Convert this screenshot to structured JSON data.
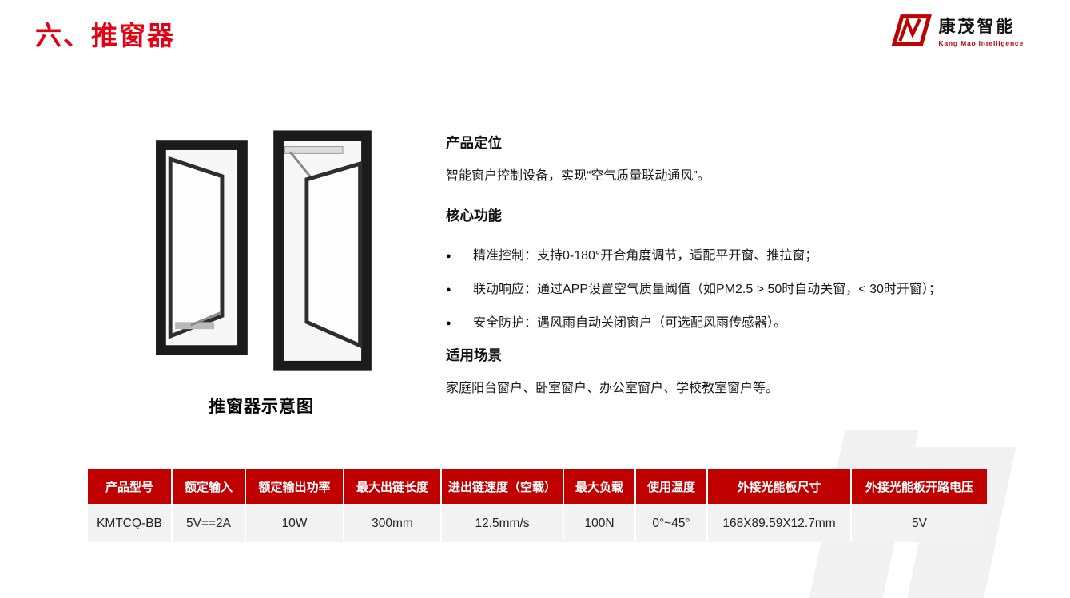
{
  "colors": {
    "accent_red": "#E60012",
    "table_header_red": "#C00000",
    "table_row_gray": "#F2F2F2",
    "watermark_gray": "#F1F1F1"
  },
  "header": {
    "title": "六、推窗器",
    "logo_name": "康茂智能",
    "logo_tagline": "Kang Mao Intelligence"
  },
  "figure": {
    "caption": "推窗器示意图"
  },
  "content": {
    "positioning_heading": "产品定位",
    "positioning_text": "智能窗户控制设备，实现“空气质量联动通风”。",
    "functions_heading": "核心功能",
    "bullets": [
      "精准控制：支持0-180°开合角度调节，适配平开窗、推拉窗；",
      "联动响应：通过APP设置空气质量阈值（如PM2.5 > 50时自动关窗，< 30时开窗）；",
      "安全防护：遇风雨自动关闭窗户（可选配风雨传感器）。"
    ],
    "scenarios_heading": "适用场景",
    "scenarios_text": "家庭阳台窗户、卧室窗户、办公室窗户、学校教室窗户等。"
  },
  "spec_table": {
    "headers": [
      "产品型号",
      "额定输入",
      "额定输出功率",
      "最大出链长度",
      "进出链速度（空载）",
      "最大负载",
      "使用温度",
      "外接光能板尺寸",
      "外接光能板开路电压"
    ],
    "row": [
      "KMTCQ-BB",
      "5V==2A",
      "10W",
      "300mm",
      "12.5mm/s",
      "100N",
      "0°~45°",
      "168X89.59X12.7mm",
      "5V"
    ]
  }
}
